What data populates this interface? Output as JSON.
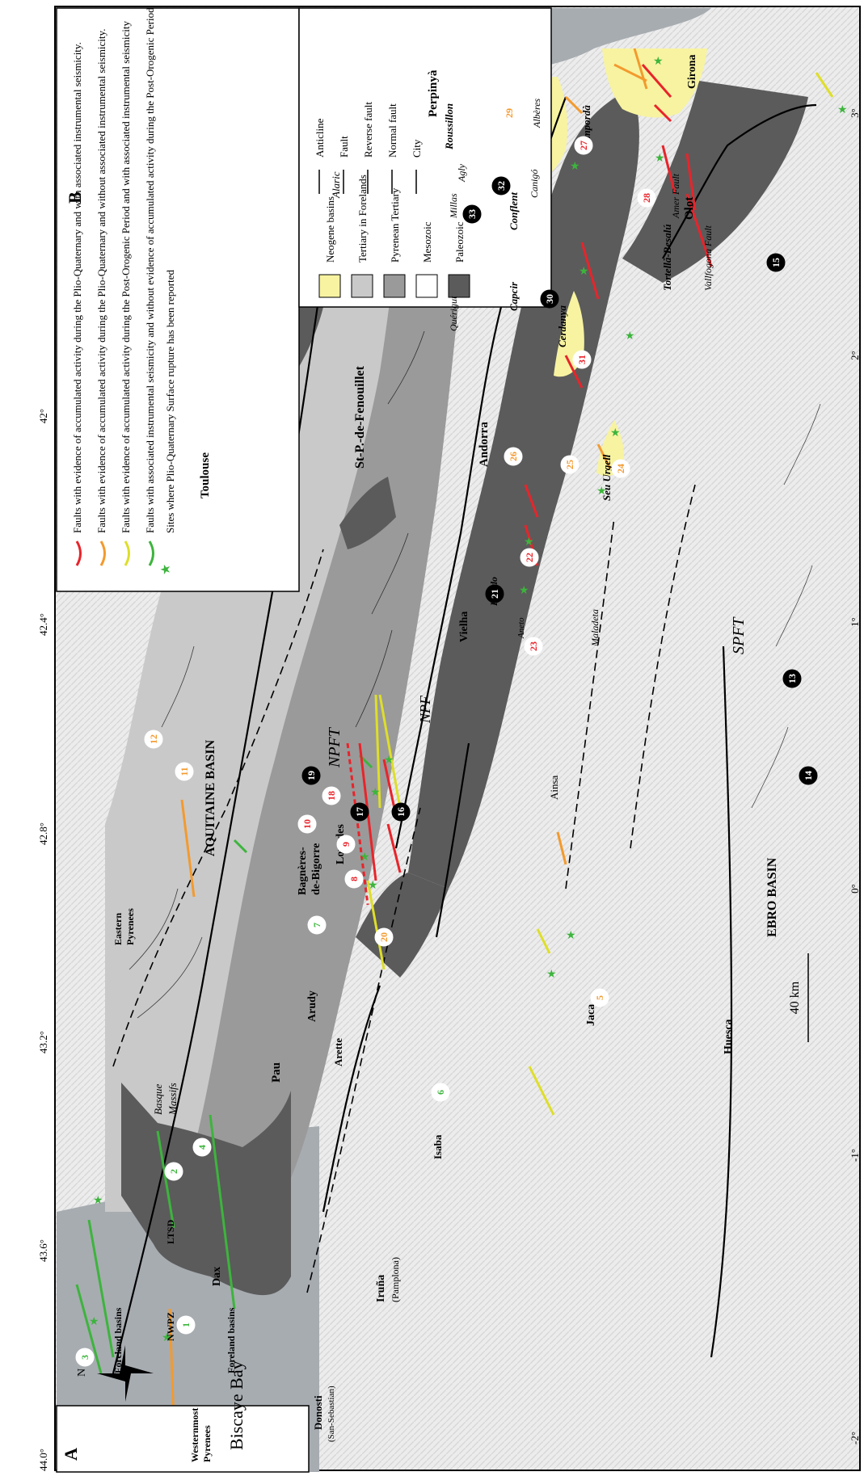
{
  "panels": {
    "a": "A",
    "b": "B"
  },
  "latitude_ticks": [
    "44.0°",
    "43.6°",
    "43.2°",
    "42.8°",
    "42.4°",
    "42°"
  ],
  "longitude_ticks": [
    "-2°",
    "-1°",
    "0°",
    "1°",
    "2°",
    "3°"
  ],
  "legend_faults": [
    {
      "color": "#e8242b",
      "text": "Faults with evidence of accumulated activity during the Plio-Quaternary and with associated instrumental seismicity."
    },
    {
      "color": "#f39a2e",
      "text": "Faults with evidence of accumulated activity during the Plio-Quaternary and without associated instrumental seismicity."
    },
    {
      "color": "#dede2a",
      "text": "Faults with evidence of accumulated activity during the Post-Orogenic Period and with associated instrumental seismicity"
    },
    {
      "color": "#3db43d",
      "text": "Faults with associated instrumental seismicity and without evidence of accumulated activity during the Post-Orogenic Period"
    }
  ],
  "legend_star": {
    "text": "Sites where Plio-Quaternary Surface rupture has been reported",
    "color": "#3db43d"
  },
  "legend_units": [
    {
      "color": "#f7f3a0",
      "text": "Neogene basins"
    },
    {
      "color": "#c9c9c9",
      "text": "Tertiary in Forelands"
    },
    {
      "color": "#9a9a9a",
      "text": "Pyrenean Tertiary"
    },
    {
      "color": "#ffffff",
      "text": "Mesozoic"
    },
    {
      "color": "#5b5b5b",
      "text": "Paleozoic"
    }
  ],
  "legend_symbols": [
    "Anticline",
    "Fault",
    "Reverse fault",
    "Normal fault",
    "City"
  ],
  "colors": {
    "sea": "#a7acb1",
    "relief": "#ececec",
    "ridge": "#dcdcdc",
    "mesozoic": "#ffffff",
    "tertiary_forelands": "#c9c9c9",
    "pyrenean_tertiary": "#9a9a9a",
    "paleozoic": "#5b5b5b",
    "neogene": "#f7f3a0",
    "red": "#e8242b",
    "orange": "#f39a2e",
    "yellow": "#dede2a",
    "green": "#3db43d",
    "inset_pink": "#f1a4ae",
    "inset_purple": "#b48fc9",
    "inset_green": "#86d3a6",
    "inset_teal": "#4ea5ad",
    "inset_yellow": "#dada6a"
  },
  "north_label": "N",
  "scale_bar": "40 km",
  "regions": {
    "biscaye": "Biscaye Bay",
    "aquitaine": "AQUITAINE BASIN",
    "ebro": "EBRO BASIN",
    "basque1": "Basque",
    "basque2": "Massifs",
    "alaric": "Alaric",
    "npft": "NPFT",
    "npf": "NPF",
    "spft": "SPFT",
    "stp": "St-P.-de-Fenouillet"
  },
  "cities": {
    "donosti": "Donosti",
    "sansebastian": "(San-Sebastian)",
    "iruna": "Iruña",
    "pamplona": "(Pamplona)",
    "dax": "Dax",
    "pau": "Pau",
    "arudy": "Arudy",
    "arette": "Arette",
    "bagneres1": "Bagnères-",
    "bagneres2": "de-Bigorre",
    "lourdes": "Lourdes",
    "toulouse": "Toulouse",
    "isaba": "Isaba",
    "jaca": "Jaca",
    "ainsa": "Ainsa",
    "huesca": "Huesca",
    "vielha": "Vielha",
    "andorra": "Andorra",
    "perpinya": "Perpinyà",
    "girona": "Girona",
    "olot": "Olot"
  },
  "features": {
    "roussillon": "Roussillon",
    "emporda": "Empordà",
    "alberes": "Albères",
    "conflent": "Conflent",
    "capcir": "Capcir",
    "cerdanya": "Cerdanya",
    "seuurgell": "Seu Urgell",
    "querigut": "Quérigut",
    "millas": "Millas",
    "agly": "Agly",
    "canigo": "Canigó",
    "tortella": "Tortellà-Besalú",
    "vallfogona": "Vallfogona Fault",
    "amer": "Amer Fault",
    "pruedo": "Prüedo",
    "aneto": "Aneto",
    "maladeta": "Maladeta"
  },
  "inset": {
    "foreland_n": "Foreland basins",
    "foreland_s": "Foreland basins",
    "nwpz": "NWPZ",
    "ltsd": "LTSD",
    "eastern1": "Eastern",
    "eastern2": "Pyrenees",
    "western1": "Westernmost",
    "western2": "Pyrenees"
  },
  "sites": [
    {
      "n": "1",
      "style": "green"
    },
    {
      "n": "2",
      "style": "green"
    },
    {
      "n": "3",
      "style": "green"
    },
    {
      "n": "4",
      "style": "green"
    },
    {
      "n": "5",
      "style": "orange"
    },
    {
      "n": "6",
      "style": "green"
    },
    {
      "n": "7",
      "style": "green"
    },
    {
      "n": "8",
      "style": "red"
    },
    {
      "n": "9",
      "style": "red"
    },
    {
      "n": "10",
      "style": "red"
    },
    {
      "n": "11",
      "style": "orange"
    },
    {
      "n": "12",
      "style": "orange"
    },
    {
      "n": "13",
      "style": "black"
    },
    {
      "n": "14",
      "style": "black"
    },
    {
      "n": "15",
      "style": "black"
    },
    {
      "n": "16",
      "style": "black"
    },
    {
      "n": "17",
      "style": "black"
    },
    {
      "n": "18",
      "style": "red"
    },
    {
      "n": "19",
      "style": "black"
    },
    {
      "n": "20",
      "style": "orange"
    },
    {
      "n": "21",
      "style": "black"
    },
    {
      "n": "22",
      "style": "red"
    },
    {
      "n": "23",
      "style": "red"
    },
    {
      "n": "24",
      "style": "orange"
    },
    {
      "n": "25",
      "style": "orange"
    },
    {
      "n": "26",
      "style": "orange"
    },
    {
      "n": "27",
      "style": "red"
    },
    {
      "n": "28",
      "style": "red"
    },
    {
      "n": "29",
      "style": "orange"
    },
    {
      "n": "30",
      "style": "black"
    },
    {
      "n": "31",
      "style": "red"
    },
    {
      "n": "32",
      "style": "black"
    },
    {
      "n": "33",
      "style": "black"
    }
  ]
}
